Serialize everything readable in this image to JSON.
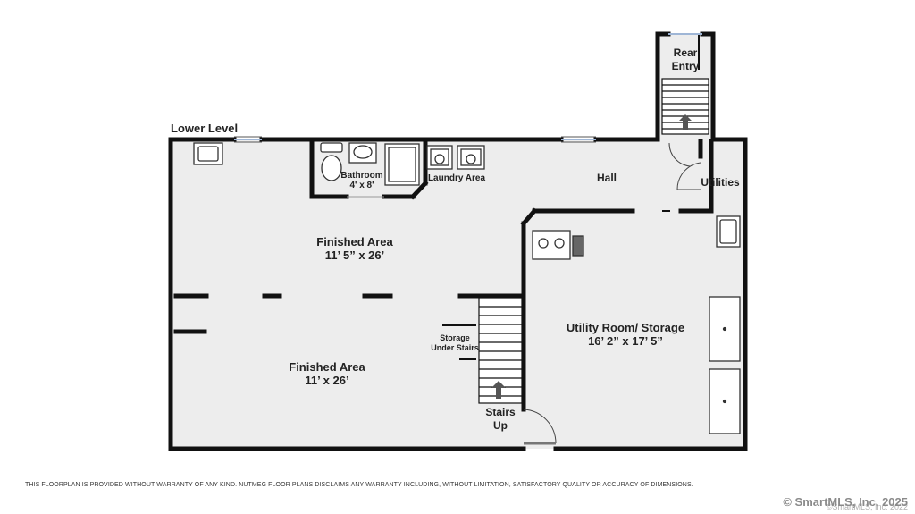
{
  "plan": {
    "title": "Lower Level",
    "rooms": {
      "rear_entry": [
        "Rear",
        "Entry"
      ],
      "bathroom": [
        "Bathroom",
        "4' x 8'"
      ],
      "laundry": "Laundry Area",
      "hall": "Hall",
      "utilities": "Utilities",
      "finished_area_1": [
        "Finished Area",
        "11’ 5” x 26’"
      ],
      "finished_area_2": [
        "Finished Area",
        "11’ x 26’"
      ],
      "storage_under_stairs": [
        "Storage",
        "Under Stairs"
      ],
      "utility_room": [
        "Utility Room/ Storage",
        "16’ 2” x 17’ 5”"
      ],
      "stairs": [
        "Stairs",
        "Up"
      ]
    },
    "colors": {
      "floor": "#ededed",
      "wall": "#111111",
      "window": "#9fb6d6"
    }
  },
  "footer": {
    "disclaimer": "THIS FLOORPLAN IS PROVIDED WITHOUT WARRANTY OF ANY KIND. NUTMEG FLOOR PLANS DISCLAIMS ANY WARRANTY INCLUDING, WITHOUT LIMITATION, SATISFACTORY QUALITY OR ACCURACY OF DIMENSIONS.",
    "copyright": "© SmartMLS, Inc. 2025",
    "copyright_small": "©SmartMLS, Inc. 2022"
  }
}
